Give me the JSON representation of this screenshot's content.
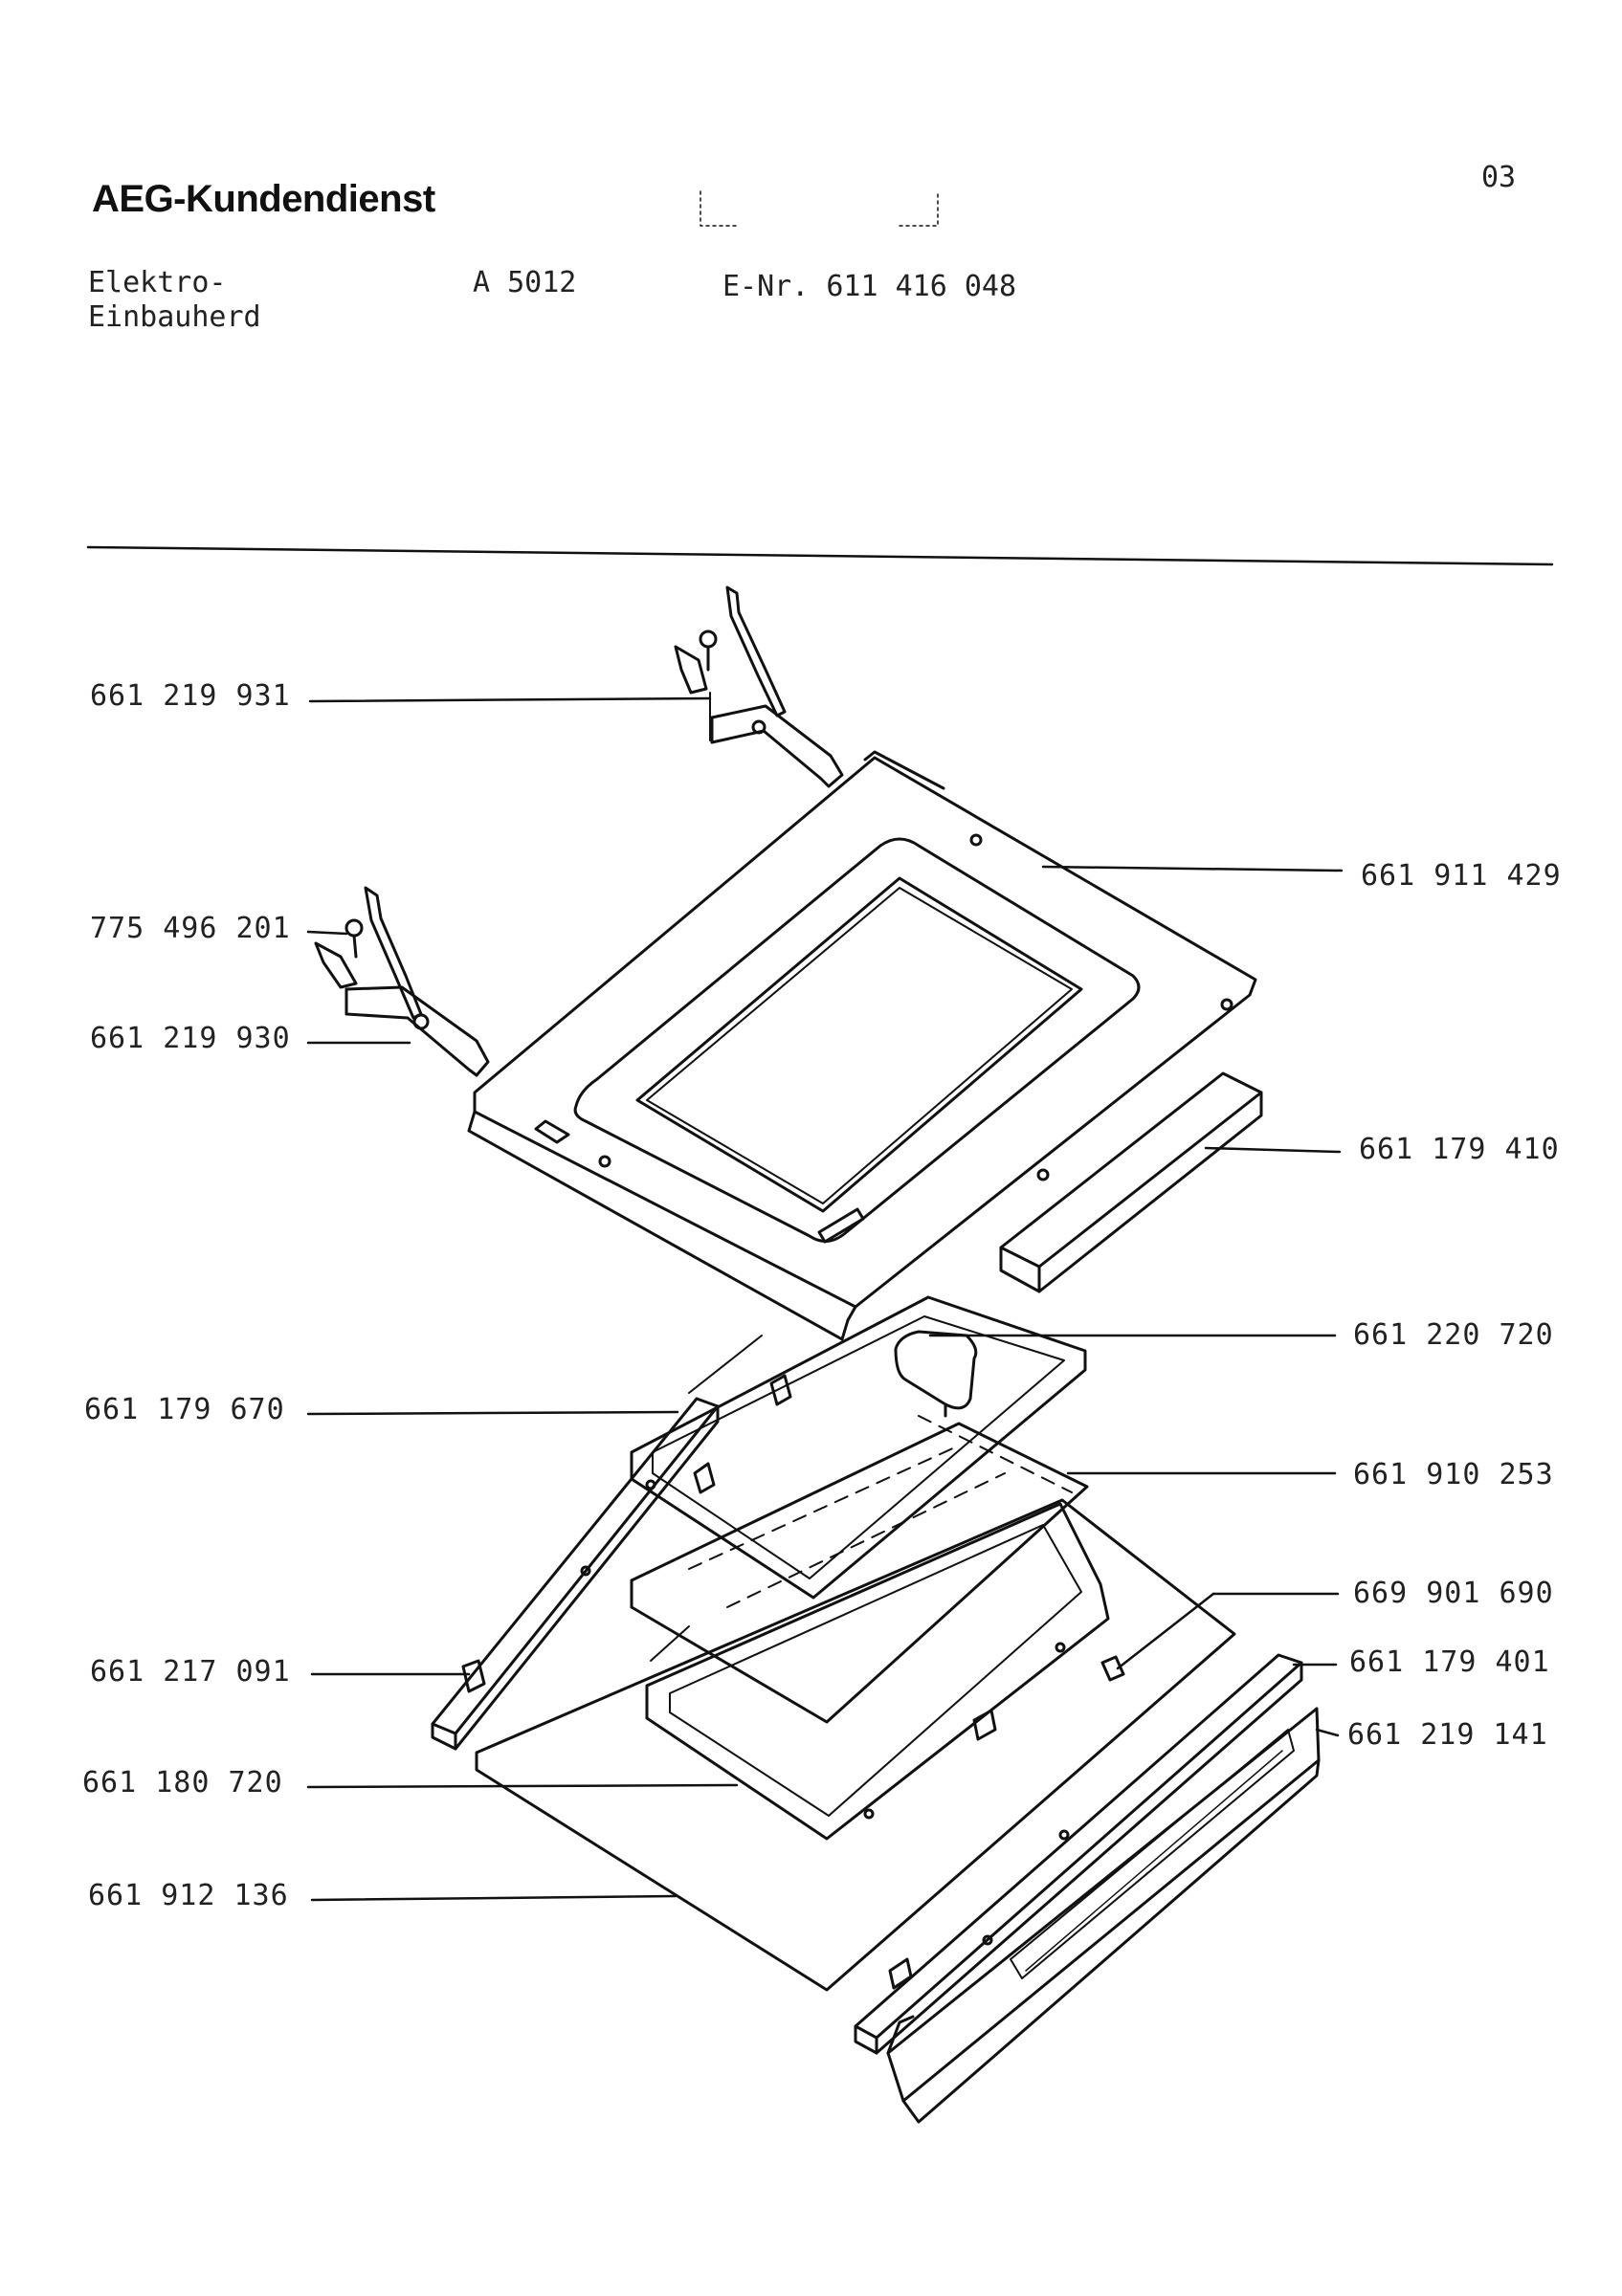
{
  "header": {
    "brand": "AEG-Kundendienst",
    "page_number": "03",
    "product_line1": "Elektro-",
    "product_line2": "Einbauherd",
    "model": "A 5012",
    "e_number": "E-Nr. 611 416 048"
  },
  "parts": [
    {
      "id": "p1",
      "number": "661 219 931"
    },
    {
      "id": "p2",
      "number": "661 911 429"
    },
    {
      "id": "p3",
      "number": "775 496 201"
    },
    {
      "id": "p4",
      "number": "661 219 930"
    },
    {
      "id": "p5",
      "number": "661 179 410"
    },
    {
      "id": "p6",
      "number": "661 220 720"
    },
    {
      "id": "p7",
      "number": "661 179 670"
    },
    {
      "id": "p8",
      "number": "661 910 253"
    },
    {
      "id": "p9",
      "number": "669 901 690"
    },
    {
      "id": "p10",
      "number": "661 217 091"
    },
    {
      "id": "p11",
      "number": "661 179 401"
    },
    {
      "id": "p12",
      "number": "661 219 141"
    },
    {
      "id": "p13",
      "number": "661 180 720"
    },
    {
      "id": "p14",
      "number": "661 912 136"
    }
  ]
}
